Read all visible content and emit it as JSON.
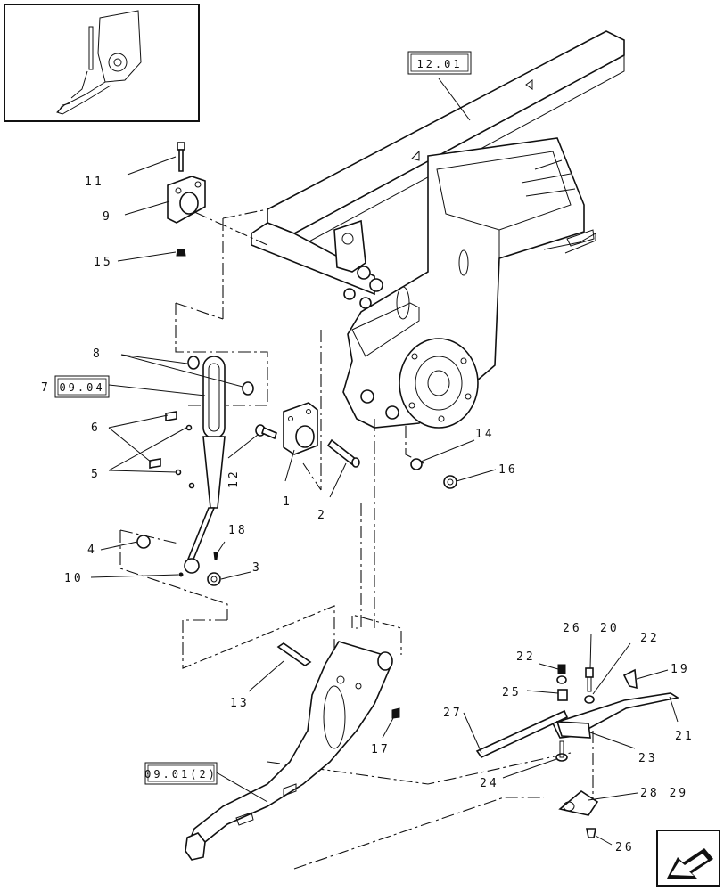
{
  "diagram": {
    "references": [
      {
        "id": "ref-12-01",
        "text": "12.01"
      },
      {
        "id": "ref-09-04",
        "text": "09.04"
      },
      {
        "id": "ref-09-01-2",
        "text": "09.01(2)"
      }
    ],
    "callouts": [
      {
        "id": "c1",
        "text": "1"
      },
      {
        "id": "c2",
        "text": "2"
      },
      {
        "id": "c3",
        "text": "3"
      },
      {
        "id": "c4",
        "text": "4"
      },
      {
        "id": "c5",
        "text": "5"
      },
      {
        "id": "c6",
        "text": "6"
      },
      {
        "id": "c7",
        "text": "7"
      },
      {
        "id": "c8",
        "text": "8"
      },
      {
        "id": "c9",
        "text": "9"
      },
      {
        "id": "c10",
        "text": "10"
      },
      {
        "id": "c11",
        "text": "11"
      },
      {
        "id": "c12",
        "text": "12"
      },
      {
        "id": "c13",
        "text": "13"
      },
      {
        "id": "c14",
        "text": "14"
      },
      {
        "id": "c15",
        "text": "15"
      },
      {
        "id": "c16",
        "text": "16"
      },
      {
        "id": "c17",
        "text": "17"
      },
      {
        "id": "c18",
        "text": "18"
      },
      {
        "id": "c19",
        "text": "19"
      },
      {
        "id": "c20",
        "text": "20"
      },
      {
        "id": "c21",
        "text": "21"
      },
      {
        "id": "c22a",
        "text": "22"
      },
      {
        "id": "c22b",
        "text": "22"
      },
      {
        "id": "c23",
        "text": "23"
      },
      {
        "id": "c24",
        "text": "24"
      },
      {
        "id": "c25",
        "text": "25"
      },
      {
        "id": "c26a",
        "text": "26"
      },
      {
        "id": "c26b",
        "text": "26"
      },
      {
        "id": "c27",
        "text": "27"
      },
      {
        "id": "c28-29",
        "text": "28 29"
      }
    ],
    "icons": {
      "inset": "inset-thumbnail-icon",
      "nav": "navigation-arrow-icon"
    }
  }
}
